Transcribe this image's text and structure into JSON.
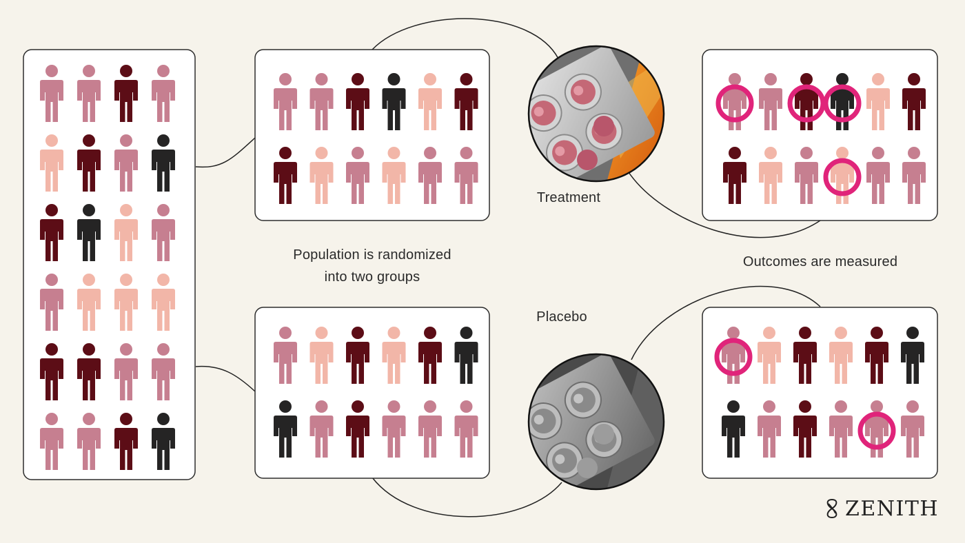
{
  "captions": {
    "randomized_line1": "Population is randomized",
    "randomized_line2": "into two groups",
    "treatment": "Treatment",
    "placebo": "Placebo",
    "outcomes": "Outcomes are measured"
  },
  "brand": {
    "name": "ZENITH",
    "icon": "zenith-knot-icon"
  },
  "colors": {
    "background": "#f6f3eb",
    "panel_border": "#2d2d2d",
    "mauve": "#c67f90",
    "pale_pink": "#f2b6a8",
    "maroon": "#5c0d16",
    "charcoal": "#252424",
    "outcome_ring": "#e0247a"
  },
  "population": [
    [
      "mauve",
      "mauve",
      "maroon",
      "mauve"
    ],
    [
      "pale_pink",
      "maroon",
      "mauve",
      "charcoal"
    ],
    [
      "maroon",
      "charcoal",
      "pale_pink",
      "mauve"
    ],
    [
      "mauve",
      "pale_pink",
      "pale_pink",
      "pale_pink"
    ],
    [
      "maroon",
      "maroon",
      "mauve",
      "mauve"
    ],
    [
      "mauve",
      "mauve",
      "maroon",
      "charcoal"
    ]
  ],
  "treatment_group": [
    [
      "mauve",
      "mauve",
      "maroon",
      "charcoal",
      "pale_pink",
      "maroon"
    ],
    [
      "maroon",
      "pale_pink",
      "mauve",
      "pale_pink",
      "mauve",
      "mauve"
    ]
  ],
  "placebo_group": [
    [
      "mauve",
      "pale_pink",
      "maroon",
      "pale_pink",
      "maroon",
      "charcoal"
    ],
    [
      "charcoal",
      "mauve",
      "maroon",
      "mauve",
      "mauve",
      "mauve"
    ]
  ],
  "treatment_outcomes": {
    "people": [
      [
        "mauve",
        "mauve",
        "maroon",
        "charcoal",
        "pale_pink",
        "maroon"
      ],
      [
        "maroon",
        "pale_pink",
        "mauve",
        "pale_pink",
        "mauve",
        "mauve"
      ]
    ],
    "circled": [
      [
        0,
        0
      ],
      [
        0,
        2
      ],
      [
        0,
        3
      ],
      [
        1,
        3
      ]
    ]
  },
  "placebo_outcomes": {
    "people": [
      [
        "mauve",
        "pale_pink",
        "maroon",
        "pale_pink",
        "maroon",
        "charcoal"
      ],
      [
        "charcoal",
        "mauve",
        "maroon",
        "mauve",
        "mauve",
        "mauve"
      ]
    ],
    "circled": [
      [
        0,
        0
      ],
      [
        1,
        4
      ]
    ]
  }
}
